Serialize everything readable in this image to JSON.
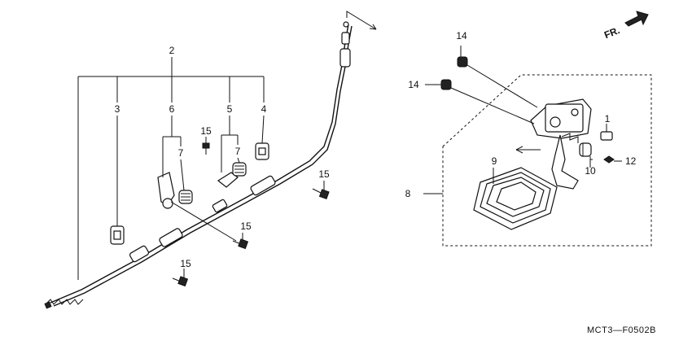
{
  "callouts": {
    "c1": "1",
    "c2": "2",
    "c3": "3",
    "c4": "4",
    "c5": "5",
    "c6": "6",
    "c7a": "7",
    "c7b": "7",
    "c8": "8",
    "c9": "9",
    "c10": "10",
    "c12": "12",
    "c14a": "14",
    "c14b": "14",
    "c15a": "15",
    "c15b": "15",
    "c15c": "15",
    "c15d": "15"
  },
  "direction_label": "FR.",
  "diagram_code": "MCT3—F0502B"
}
